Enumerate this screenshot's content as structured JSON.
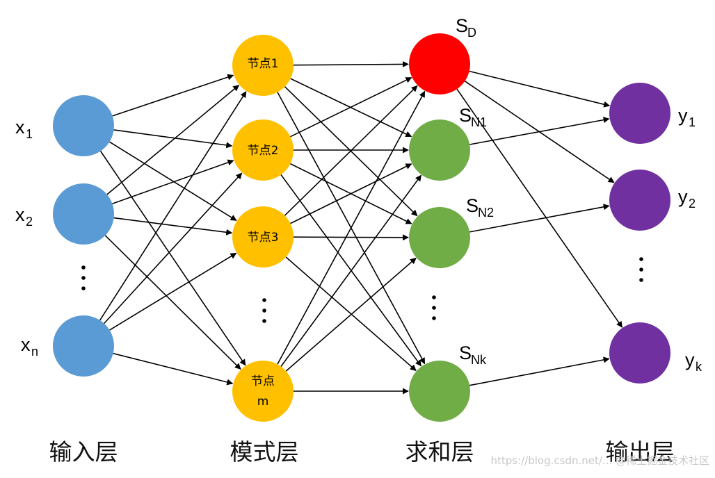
{
  "colors": {
    "input_node": "#5b9bd5",
    "pattern_node": "#ffc000",
    "sum_node_d": "#ff0000",
    "sum_node_n": "#70ad47",
    "output_node": "#7030a0",
    "edge": "#000000"
  },
  "layers": {
    "input": {
      "label": "输入层",
      "nodes": [
        {
          "main": "x",
          "sub": "1"
        },
        {
          "main": "x",
          "sub": "2"
        },
        {
          "main": "x",
          "sub": "n"
        }
      ]
    },
    "pattern": {
      "label": "模式层",
      "nodes": [
        {
          "text": "节点1"
        },
        {
          "text": "节点2"
        },
        {
          "text": "节点3"
        },
        {
          "text_line1": "节点",
          "text_line2": "m"
        }
      ]
    },
    "summation": {
      "label": "求和层",
      "nodes": [
        {
          "main": "S",
          "sub": "D"
        },
        {
          "main": "S",
          "sub": "N1"
        },
        {
          "main": "S",
          "sub": "N2"
        },
        {
          "main": "S",
          "sub": "Nk"
        }
      ]
    },
    "output": {
      "label": "输出层",
      "nodes": [
        {
          "main": "y",
          "sub": "1"
        },
        {
          "main": "y",
          "sub": "2"
        },
        {
          "main": "y",
          "sub": "k"
        }
      ]
    }
  },
  "watermark": "https://blog.csdn.net/... @稀土掘金技术社区"
}
